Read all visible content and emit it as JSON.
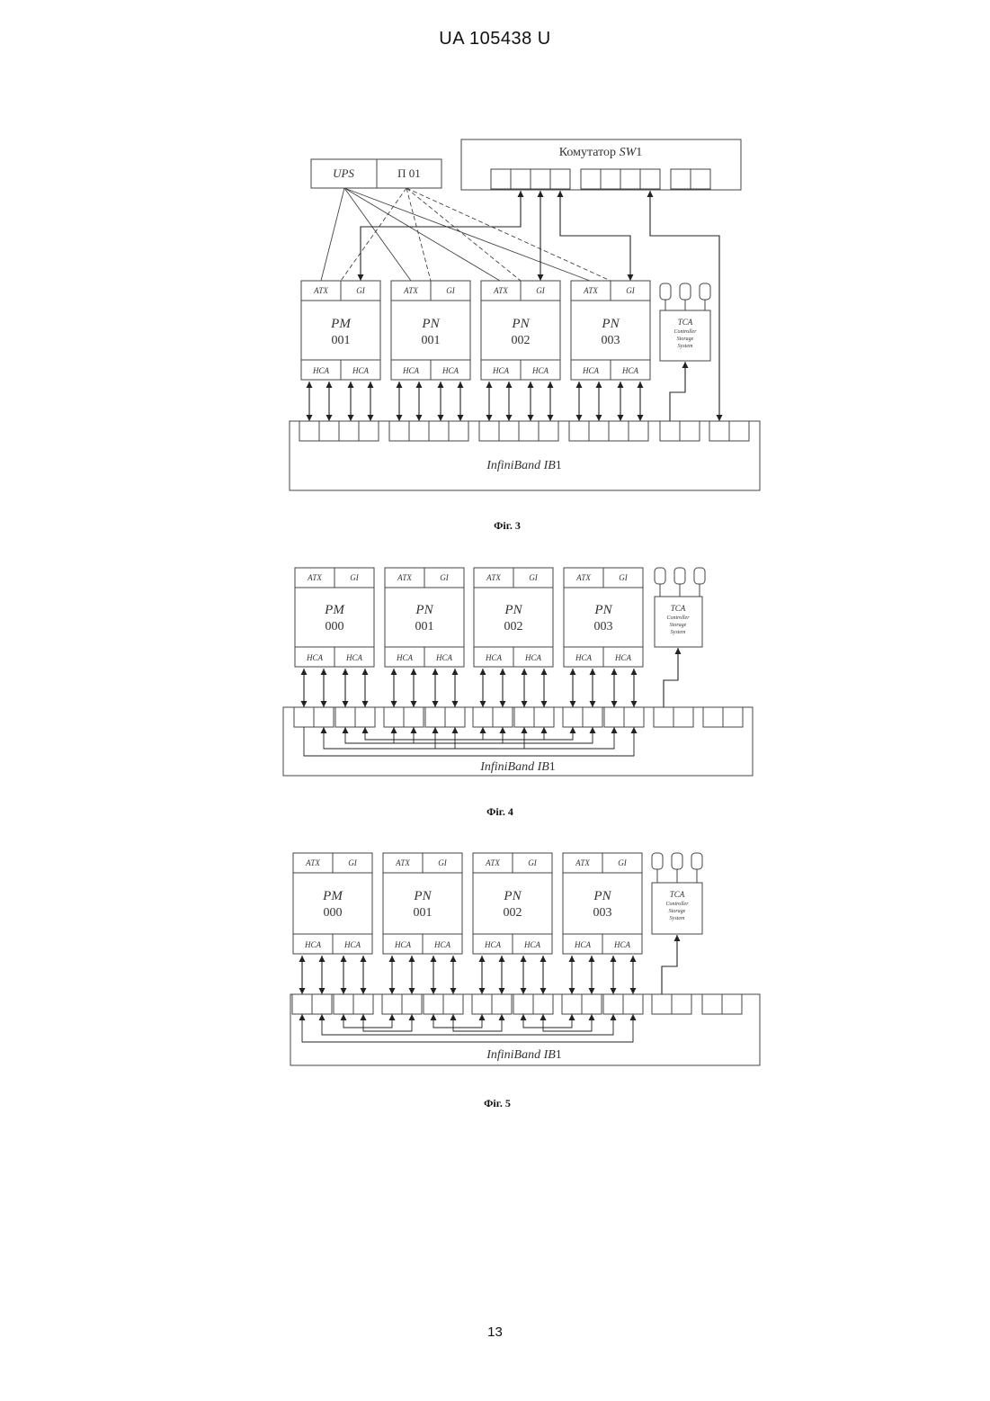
{
  "header": {
    "title": "UA   105438   U"
  },
  "footer": {
    "page_number": "13"
  },
  "labels": {
    "atx": "ATX",
    "gi": "GI",
    "hca": "HCA",
    "tca": "TCA",
    "tca_sub": [
      "Controller",
      "Storage",
      "System"
    ]
  },
  "fig3": {
    "switch_label_prefix": "Комутатор ",
    "switch_label_italic": "SW",
    "switch_label_num": "1",
    "ups": "UPS",
    "p01": "П 01",
    "nodes": [
      {
        "type": "PM",
        "num": "001"
      },
      {
        "type": "PN",
        "num": "001"
      },
      {
        "type": "PN",
        "num": "002"
      },
      {
        "type": "PN",
        "num": "003"
      }
    ],
    "bus_label_italic": "InfiniBand IB",
    "bus_label_num": "1",
    "caption": "Фіг. 3"
  },
  "fig4": {
    "nodes": [
      {
        "type": "PM",
        "num": "000"
      },
      {
        "type": "PN",
        "num": "001"
      },
      {
        "type": "PN",
        "num": "002"
      },
      {
        "type": "PN",
        "num": "003"
      }
    ],
    "bus_label_italic": "InfiniBand IB",
    "bus_label_num": "1",
    "caption": "Фіг. 4"
  },
  "fig5": {
    "nodes": [
      {
        "type": "PM",
        "num": "000"
      },
      {
        "type": "PN",
        "num": "001"
      },
      {
        "type": "PN",
        "num": "002"
      },
      {
        "type": "PN",
        "num": "003"
      }
    ],
    "bus_label_italic": "InfiniBand IB",
    "bus_label_num": "1",
    "caption": "Фіг. 5"
  }
}
